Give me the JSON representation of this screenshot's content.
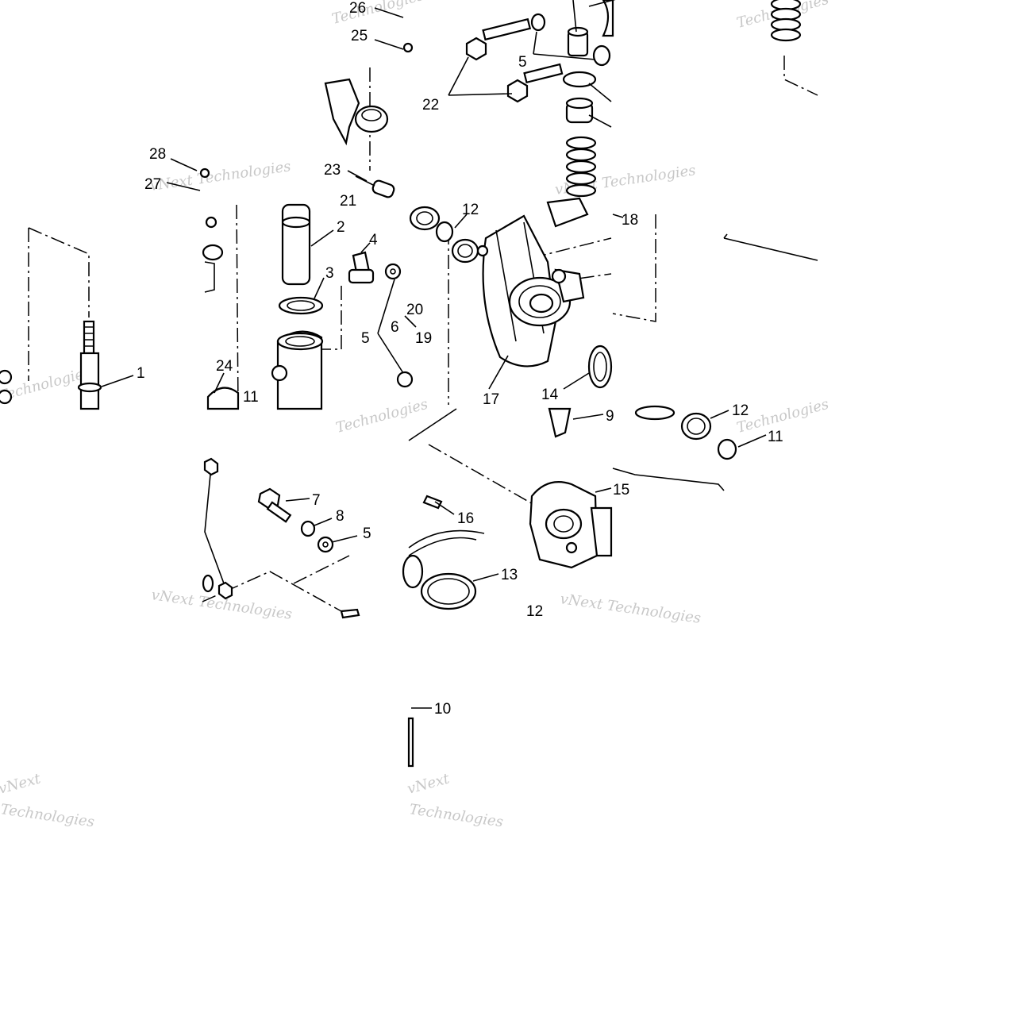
{
  "diagram": {
    "callouts": [
      {
        "id": "c1",
        "label": "1"
      },
      {
        "id": "c2",
        "label": "2"
      },
      {
        "id": "c3",
        "label": "3"
      },
      {
        "id": "c4",
        "label": "4"
      },
      {
        "id": "c5a",
        "label": "5"
      },
      {
        "id": "c5b",
        "label": "5"
      },
      {
        "id": "c5c",
        "label": "5"
      },
      {
        "id": "c6",
        "label": "6"
      },
      {
        "id": "c7",
        "label": "7"
      },
      {
        "id": "c8",
        "label": "8"
      },
      {
        "id": "c9",
        "label": "9"
      },
      {
        "id": "c10",
        "label": "10"
      },
      {
        "id": "c11a",
        "label": "11"
      },
      {
        "id": "c11b",
        "label": "11"
      },
      {
        "id": "c12a",
        "label": "12"
      },
      {
        "id": "c12b",
        "label": "12"
      },
      {
        "id": "c12c",
        "label": "12"
      },
      {
        "id": "c13",
        "label": "13"
      },
      {
        "id": "c14",
        "label": "14"
      },
      {
        "id": "c15",
        "label": "15"
      },
      {
        "id": "c16",
        "label": "16"
      },
      {
        "id": "c17",
        "label": "17"
      },
      {
        "id": "c18",
        "label": "18"
      },
      {
        "id": "c19",
        "label": "19"
      },
      {
        "id": "c20",
        "label": "20"
      },
      {
        "id": "c21",
        "label": "21"
      },
      {
        "id": "c22",
        "label": "22"
      },
      {
        "id": "c23",
        "label": "23"
      },
      {
        "id": "c24",
        "label": "24"
      },
      {
        "id": "c25",
        "label": "25"
      },
      {
        "id": "c26",
        "label": "26"
      },
      {
        "id": "c27",
        "label": "27"
      },
      {
        "id": "c28",
        "label": "28"
      }
    ],
    "watermark_text": "vNext Technologies",
    "watermark_word_a": "Technologies",
    "watermark_word_b": "vNext",
    "line_color": "#000000",
    "watermark_color": "#c8c8c8"
  }
}
